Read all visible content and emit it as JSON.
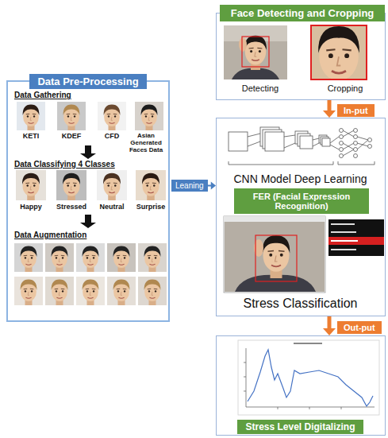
{
  "diagram": {
    "nodes": [
      {
        "text": [
          "Face Detecting and Cropping",
          "Detecting",
          "Cropping"
        ]
      },
      {
        "text": [
          "Data Pre-Processing"
        ]
      },
      {
        "text": [
          "Leaning"
        ]
      },
      {
        "text": [
          "CNN Model Deep Learning",
          "Stress Classification"
        ]
      },
      {
        "text": [
          "FER (Facial Expression Recognition)"
        ],
        "in": 3
      },
      {
        "text": [
          "Stress Level Digitalizing"
        ]
      }
    ],
    "edges": [
      {
        "from": 0,
        "to": 3,
        "arrow": "to",
        "label": "In-put"
      },
      {
        "from": 2,
        "to": 3,
        "arrow": "to"
      },
      {
        "from": 3,
        "to": 5,
        "arrow": "to",
        "label": "Out-put"
      }
    ],
    "labels": [
      "Data Gathering",
      "KETI",
      "KDEF",
      "CFD",
      "Asian Generated Faces Data",
      "Data Classifying 4 Classes",
      "Happy",
      "Stressed",
      "Neutral",
      "Surprise",
      "Data Augmentation"
    ]
  }
}
